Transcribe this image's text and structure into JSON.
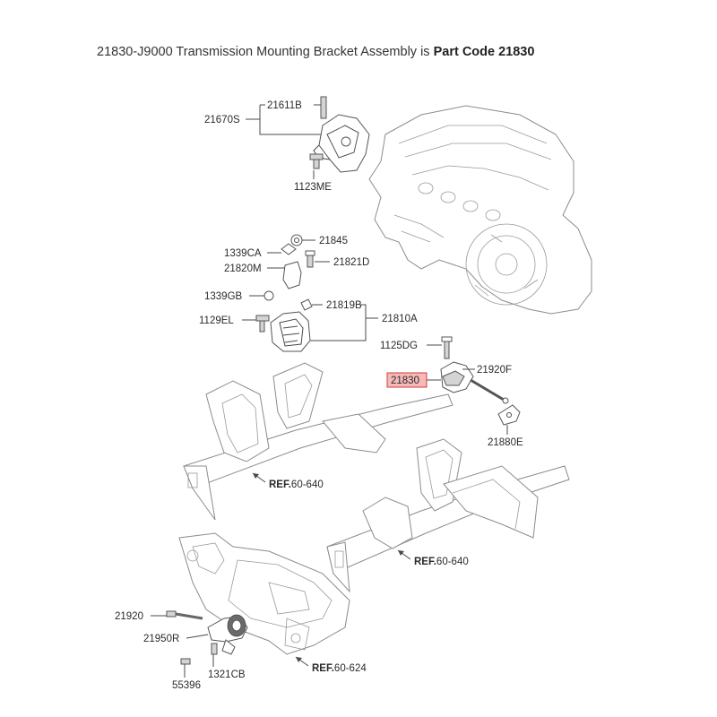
{
  "heading": {
    "prefix": "21830-J9000 Transmission Mounting Bracket Assembly is ",
    "bold": "Part Code 21830"
  },
  "colors": {
    "highlight_fill": "#f6b8b8",
    "highlight_border": "#d23c3c",
    "line": "#4a4a4a"
  },
  "labels": {
    "p21611B": "21611B",
    "p21670S": "21670S",
    "p1123ME": "1123ME",
    "p1339CA": "1339CA",
    "p21845": "21845",
    "p21820M": "21820M",
    "p21821D": "21821D",
    "p1339GB": "1339GB",
    "p21819B": "21819B",
    "p1129EL": "1129EL",
    "p21810A": "21810A",
    "p1125DG": "1125DG",
    "p21830": "21830",
    "p21920F": "21920F",
    "p21880E": "21880E",
    "ref1_bold": "REF.",
    "ref1_num": "60-640",
    "ref2_bold": "REF.",
    "ref2_num": "60-640",
    "ref3_bold": "REF.",
    "ref3_num": "60-624",
    "p21920": "21920",
    "p21950R": "21950R",
    "p1321CB": "1321CB",
    "p55396": "55396"
  }
}
